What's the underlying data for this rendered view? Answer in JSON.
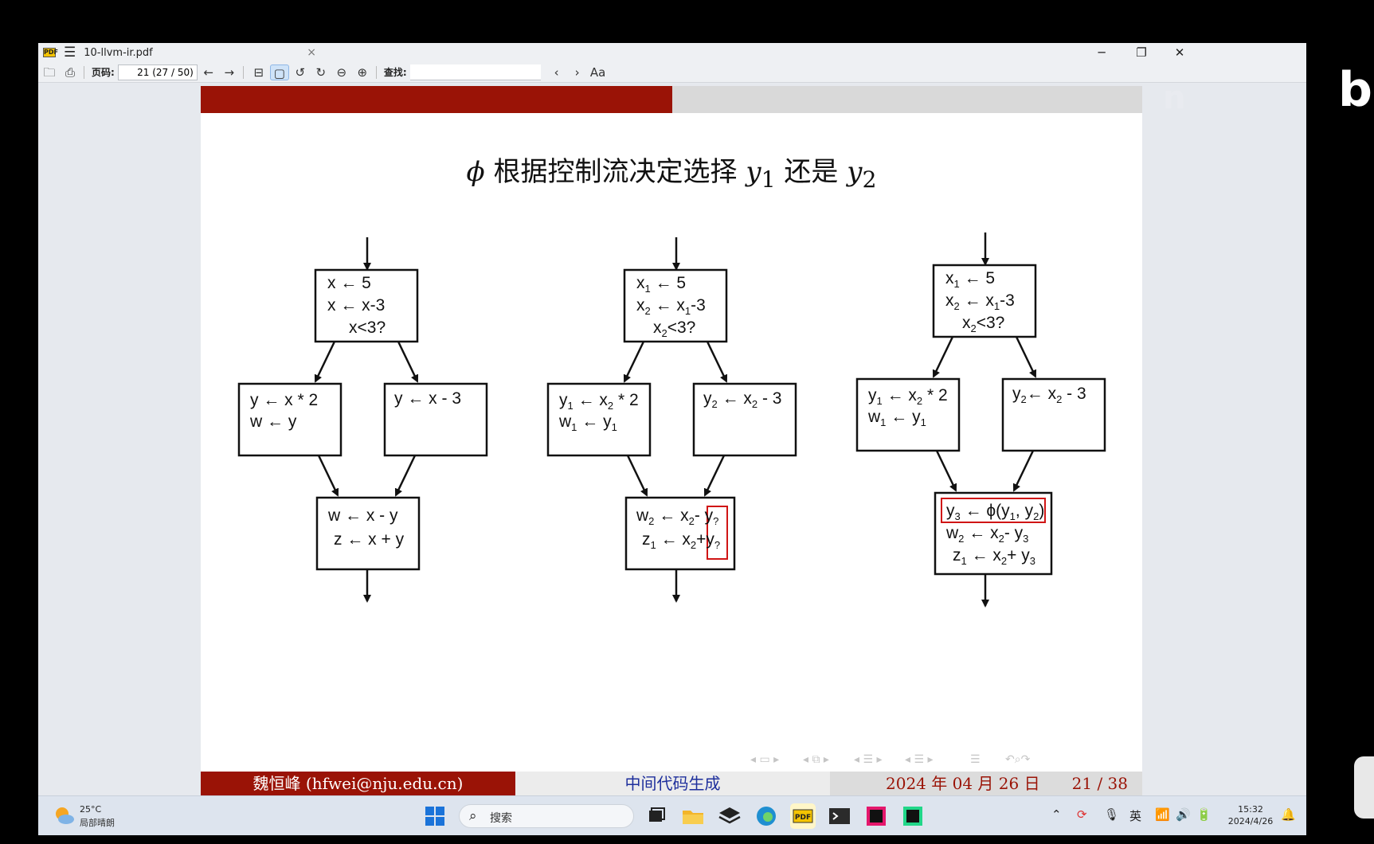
{
  "window": {
    "tab_title": "10-llvm-ir.pdf",
    "tab_close": "×",
    "minimize": "─",
    "restore": "❐",
    "close": "✕"
  },
  "toolbar": {
    "page_label": "页码:",
    "page_value": "21 (27 / 50)",
    "find_label": "查找:",
    "find_value": "",
    "find_prev": "‹",
    "find_next": "›",
    "match_case": "Aa"
  },
  "slide": {
    "title_phi": "ϕ",
    "title_text_1": " 根据控制流决定选择 ",
    "title_var_1": "y",
    "title_sub_1": "1",
    "title_text_2": " 还是 ",
    "title_var_2": "y",
    "title_sub_2": "2",
    "arrow": "←",
    "d1": {
      "top": [
        "x ← 5",
        "x ← x-3",
        "x<3?"
      ],
      "left": [
        "y ← x * 2",
        "w ← y"
      ],
      "right": [
        "y ← x - 3"
      ],
      "bottom": [
        "w ← x - y",
        "z ← x + y"
      ]
    },
    "d2": {
      "top_l1_a": "x",
      "top_l1_s": "1",
      "top_l1_b": " ← 5",
      "top_l2_a": "x",
      "top_l2_s": "2",
      "top_l2_b": " ← x",
      "top_l2_s2": "1",
      "top_l2_c": "-3",
      "top_l3_a": "x",
      "top_l3_s": "2",
      "top_l3_b": "<3?",
      "left_l1_a": "y",
      "left_l1_s": "1",
      "left_l1_b": " ← x",
      "left_l1_s2": "2",
      "left_l1_c": " * 2",
      "left_l2_a": "w",
      "left_l2_s": "1",
      "left_l2_b": " ← y",
      "left_l2_s2": "1",
      "right_l1_a": "y",
      "right_l1_s": "2",
      "right_l1_b": " ← x",
      "right_l1_s2": "2",
      "right_l1_c": " - 3",
      "bot_l1_a": "w",
      "bot_l1_s": "2",
      "bot_l1_b": " ← x",
      "bot_l1_s2": "2",
      "bot_l1_c": "- ",
      "bot_l1_y": "y",
      "bot_l1_ys": "?",
      "bot_l2_a": "z",
      "bot_l2_s": "1",
      "bot_l2_b": " ← x",
      "bot_l2_s2": "2",
      "bot_l2_c": "+",
      "bot_l2_y": "y",
      "bot_l2_ys": "?"
    },
    "d3": {
      "top_l1_a": "x",
      "top_l1_s": "1",
      "top_l1_b": " ← 5",
      "top_l2_a": "x",
      "top_l2_s": "2",
      "top_l2_b": " ← x",
      "top_l2_s2": "1",
      "top_l2_c": "-3",
      "top_l3_a": "x",
      "top_l3_s": "2",
      "top_l3_b": "<3?",
      "left_l1_a": "y",
      "left_l1_s": "1",
      "left_l1_b": " ← x",
      "left_l1_s2": "2",
      "left_l1_c": " * 2",
      "left_l2_a": "w",
      "left_l2_s": "1",
      "left_l2_b": " ← y",
      "left_l2_s2": "1",
      "right_l1_a": "y",
      "right_l1_s": "2",
      "right_l1_b": "← x",
      "right_l1_s2": "2",
      "right_l1_c": " - 3",
      "bot_l1_a": "y",
      "bot_l1_s": "3",
      "bot_l1_b": " ← ϕ(y",
      "bot_l1_s2": "1",
      "bot_l1_c": ", y",
      "bot_l1_s3": "2",
      "bot_l1_d": ")",
      "bot_l2_a": "w",
      "bot_l2_s": "2",
      "bot_l2_b": " ← x",
      "bot_l2_s2": "2",
      "bot_l2_c": "- y",
      "bot_l2_s3": "3",
      "bot_l3_a": "z",
      "bot_l3_s": "1",
      "bot_l3_b": " ← x",
      "bot_l3_s2": "2",
      "bot_l3_c": "+ y",
      "bot_l3_s3": "3"
    },
    "footer_author": "魏恒峰 (hfwei@nju.edu.cn)",
    "footer_topic": "中间代码生成",
    "footer_date": "2024 年 04 月 26 日",
    "footer_pages": "21 / 38"
  },
  "taskbar": {
    "weather_temp": "25°C",
    "weather_desc": "局部晴朗",
    "search_placeholder": "搜索",
    "ime": "英",
    "time": "15:32",
    "date": "2024/4/26"
  },
  "overlay": {
    "watermark_partial": "n",
    "bili_partial": "bi"
  },
  "colors": {
    "slide_red": "#9a1306",
    "footer_blue": "#1e2f9c",
    "highlight_red": "#d01515"
  }
}
